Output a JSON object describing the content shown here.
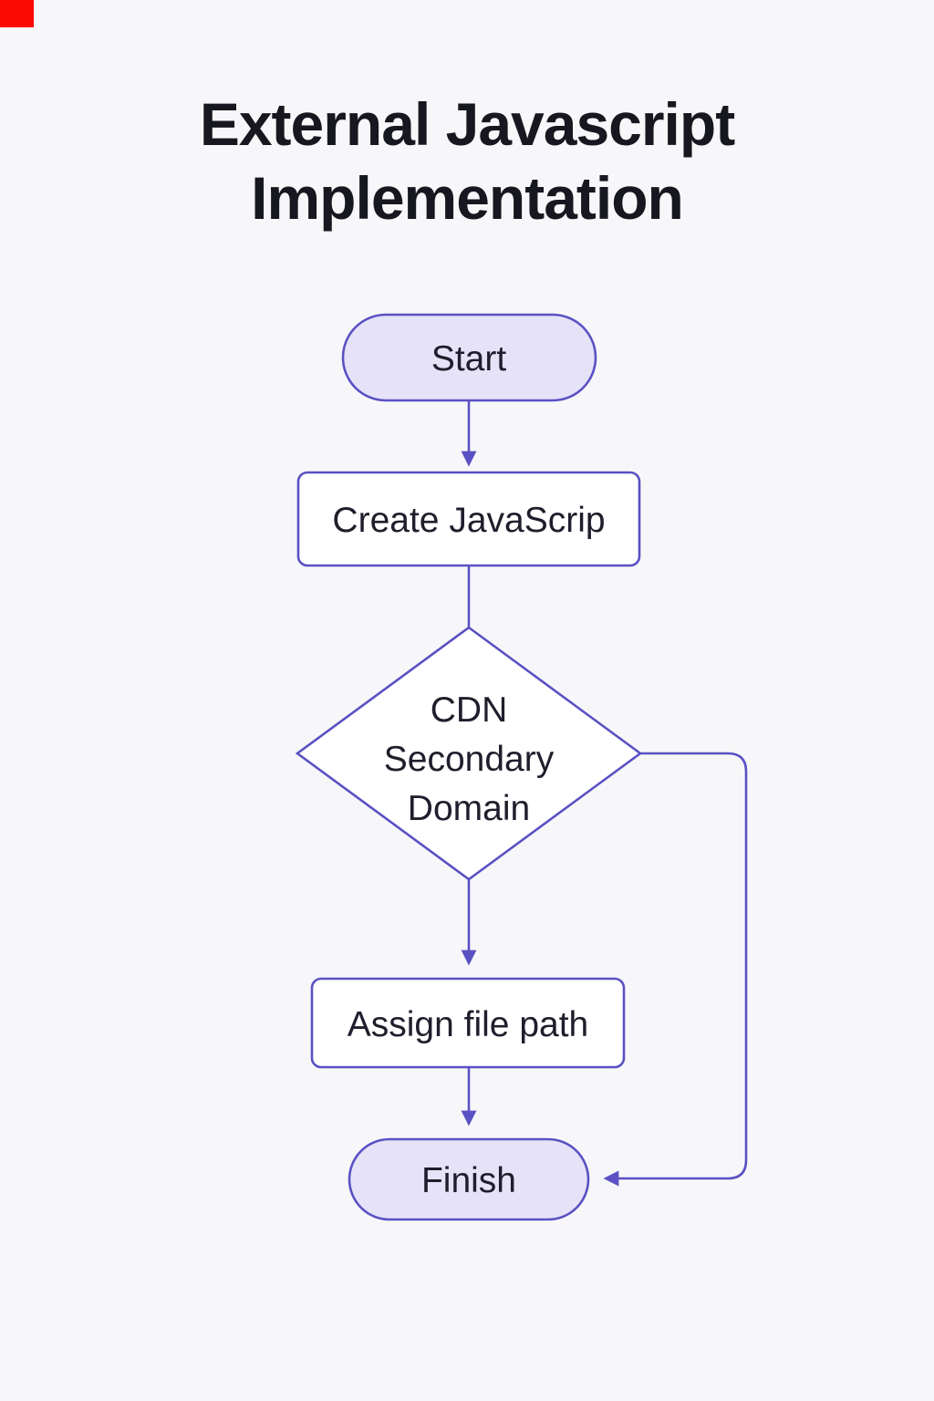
{
  "title": {
    "line1": "External Javascript",
    "line2": "Implementation"
  },
  "flowchart": {
    "start": {
      "label": "Start"
    },
    "create_js": {
      "label": "Create JavaScrip"
    },
    "decision": {
      "line1": "CDN",
      "line2": "Secondary",
      "line3": "Domain"
    },
    "assign_path": {
      "label": "Assign file path"
    },
    "finish": {
      "label": "Finish"
    }
  },
  "colors": {
    "background": "#f7f7f9",
    "node_stroke": "#5a51c3",
    "edge": "#5a51c3",
    "terminal_fill": "#e6e2f8",
    "process_fill": "#ffffff",
    "node_text": "#1e1e2c",
    "title_text": "#17171f",
    "corner_marker": "#fa0a05"
  }
}
